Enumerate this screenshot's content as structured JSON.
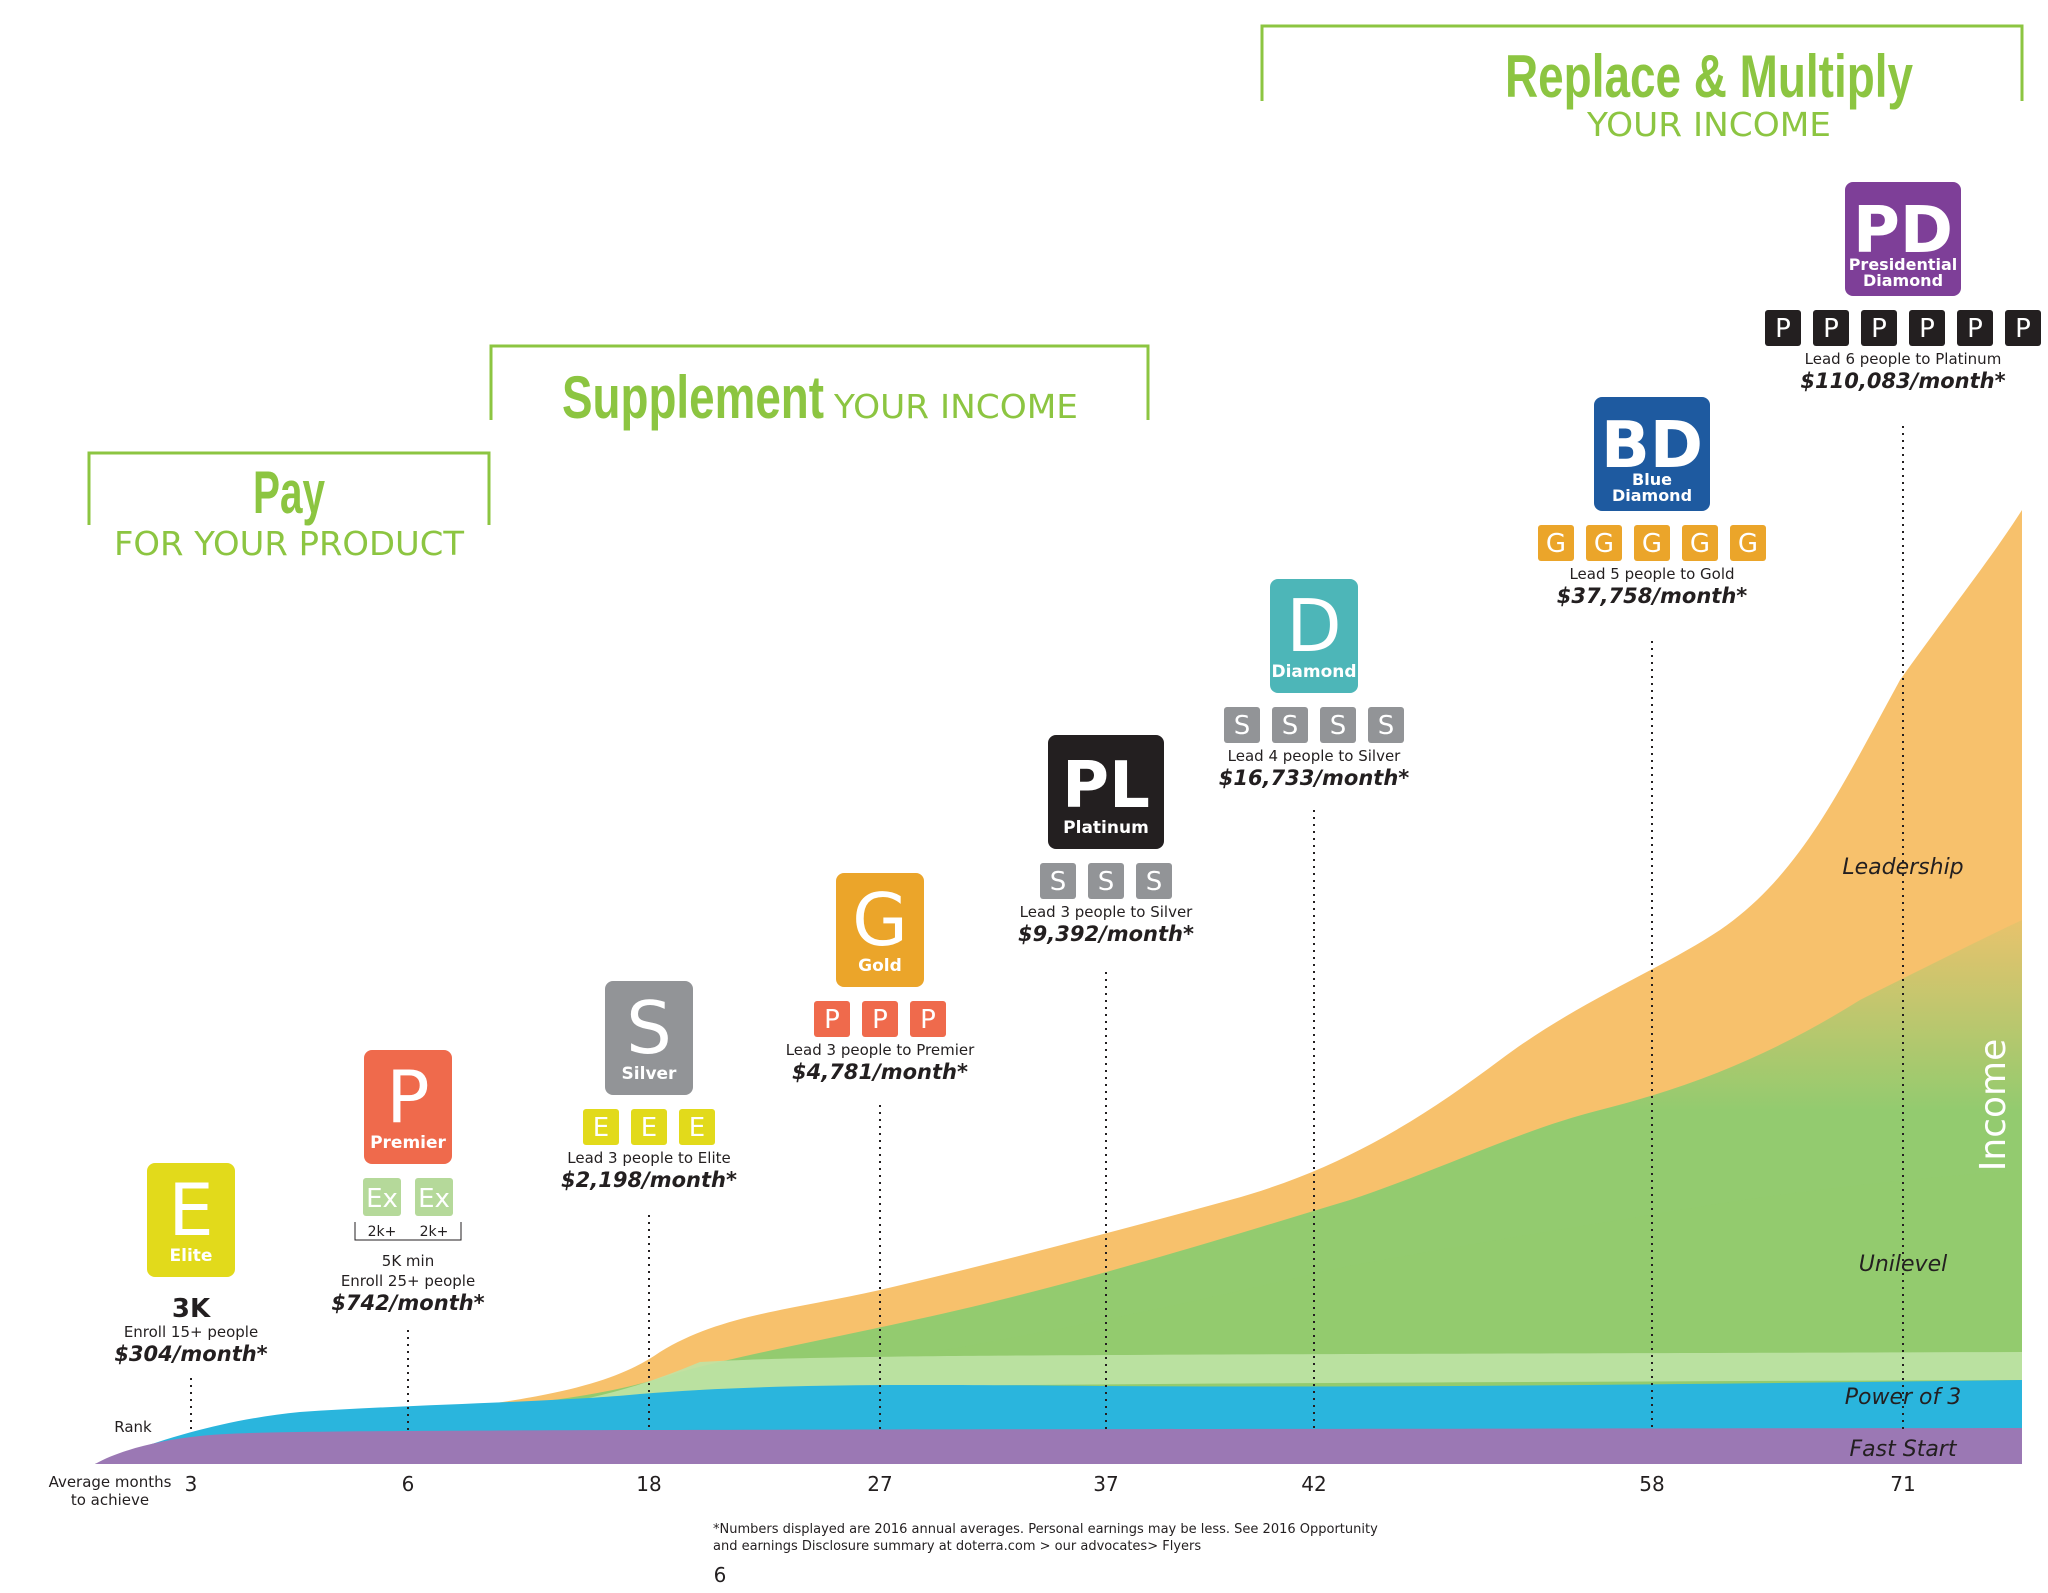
{
  "headers": {
    "pay": {
      "title": "Pay",
      "sub": "FOR YOUR PRODUCT"
    },
    "supplement": {
      "title": "Supplement",
      "sub": "YOUR INCOME"
    },
    "replace": {
      "title": "Replace & Multiply",
      "sub": "YOUR INCOME"
    }
  },
  "colors": {
    "green_text": "#8cc541",
    "fast_start": "#9b78b4",
    "power_of_3": "#2ab5dd",
    "unilevel": "#93cb6f",
    "leadership": "#f7c16c",
    "white": "#ffffff"
  },
  "ranks": [
    {
      "abbr": "E",
      "name": "Elite",
      "color": "#e2da1b",
      "months": "3",
      "team_label": "",
      "team_color": "",
      "team_count": 0,
      "volume": "3K",
      "requirement": "Enroll 15+ people",
      "income": "$304/month*"
    },
    {
      "abbr": "P",
      "name": "Premier",
      "color": "#ef6a4c",
      "months": "6",
      "team_label": "Ex",
      "team_color": "#b5d99a",
      "team_count": 2,
      "team_sub": [
        "2k+",
        "2k+"
      ],
      "volume": "5K min",
      "requirement": "Enroll 25+ people",
      "income": "$742/month*"
    },
    {
      "abbr": "S",
      "name": "Silver",
      "color": "#929497",
      "months": "18",
      "team_label": "E",
      "team_color": "#e2da1b",
      "team_count": 3,
      "requirement": "Lead 3 people to Elite",
      "income": "$2,198/month*"
    },
    {
      "abbr": "G",
      "name": "Gold",
      "color": "#eba52a",
      "months": "27",
      "team_label": "P",
      "team_color": "#ef6a4c",
      "team_count": 3,
      "requirement": "Lead 3 people to Premier",
      "income": "$4,781/month*"
    },
    {
      "abbr": "PL",
      "name": "Platinum",
      "color": "#231f20",
      "months": "37",
      "team_label": "S",
      "team_color": "#929497",
      "team_count": 3,
      "requirement": "Lead 3 people to Silver",
      "income": "$9,392/month*"
    },
    {
      "abbr": "D",
      "name": "Diamond",
      "color": "#4db6b8",
      "months": "42",
      "team_label": "S",
      "team_color": "#929497",
      "team_count": 4,
      "requirement": "Lead 4 people to Silver",
      "income": "$16,733/month*"
    },
    {
      "abbr": "BD",
      "name": "Blue Diamond",
      "name_lines": [
        "Blue",
        "Diamond"
      ],
      "color": "#1e5aa0",
      "months": "58",
      "team_label": "G",
      "team_color": "#eba52a",
      "team_count": 5,
      "requirement": "Lead 5 people to Gold",
      "income": "$37,758/month*"
    },
    {
      "abbr": "PD",
      "name": "Presidential Diamond",
      "name_lines": [
        "Presidential",
        "Diamond"
      ],
      "color": "#7e3f98",
      "months": "71",
      "team_label": "P",
      "team_color": "#231f20",
      "team_count": 6,
      "requirement": "Lead 6 people to Platinum",
      "income": "$110,083/month*"
    }
  ],
  "axis": {
    "rank_label": "Rank",
    "months_label": [
      "Average months",
      "to achieve"
    ],
    "y_label": "Income"
  },
  "chart_data": {
    "type": "area",
    "title": "",
    "xlabel": "Average months to achieve",
    "ylabel": "Income",
    "x": [
      3,
      6,
      18,
      27,
      37,
      42,
      58,
      71
    ],
    "series": [
      {
        "name": "Fast Start",
        "color": "#9b78b4"
      },
      {
        "name": "Power of 3",
        "color": "#2ab5dd"
      },
      {
        "name": "Unilevel",
        "color": "#93cb6f"
      },
      {
        "name": "Leadership",
        "color": "#f7c16c"
      }
    ],
    "income_per_month": [
      304,
      742,
      2198,
      4781,
      9392,
      16733,
      37758,
      110083
    ],
    "grid": false,
    "legend": "inline-right"
  },
  "footnote": [
    "*Numbers displayed are 2016 annual averages. Personal earnings may be less.  See 2016 Opportunity",
    "and earnings Disclosure summary at doterra.com > our advocates> Flyers"
  ],
  "page_number": "6"
}
